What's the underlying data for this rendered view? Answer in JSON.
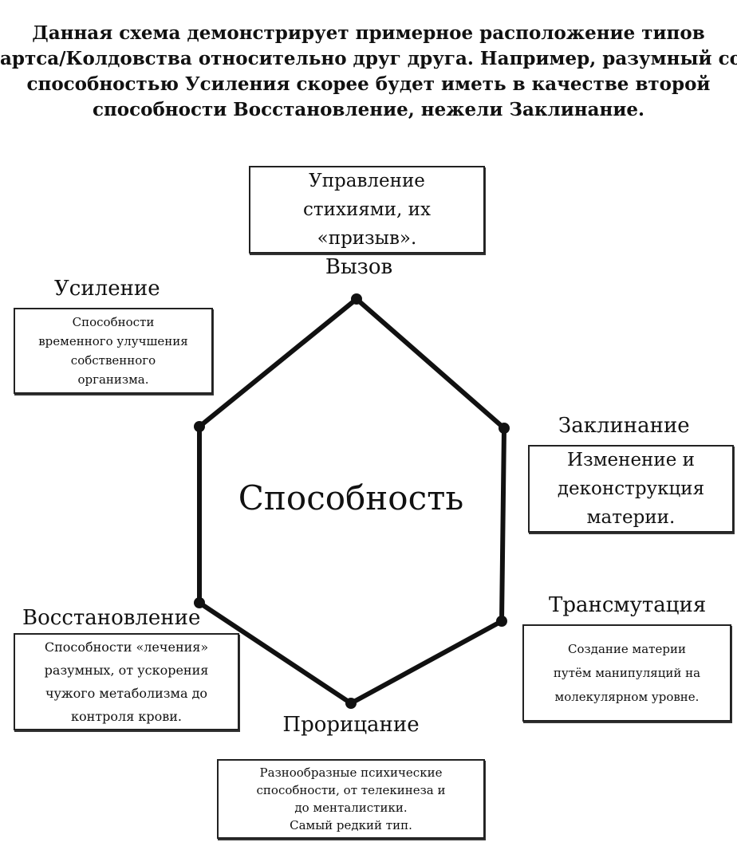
{
  "intro": [
    "Данная схема демонстрирует примерное расположение типов",
    "артса/Колдовства относительно друг друга. Например, разумный со",
    "способностью Усиления скорее будет иметь в качестве второй",
    "способности Восстановление, нежели Заклинание."
  ],
  "center_label": "Способность",
  "nodes": {
    "summon": {
      "label": "Вызов",
      "desc": [
        "Управление",
        "стихиями, их",
        "«призыв»."
      ]
    },
    "enhance": {
      "label": "Усиление",
      "desc": [
        "Способности",
        "временного улучшения",
        "собственного",
        "организма."
      ]
    },
    "incant": {
      "label": "Заклинание",
      "desc": [
        "Изменение и",
        "деконструкция",
        "материи."
      ]
    },
    "transmute": {
      "label": "Трансмутация",
      "desc": [
        "Создание материи",
        "путём манипуляций на",
        "молекулярном уровне."
      ]
    },
    "restore": {
      "label": "Восстановление",
      "desc": [
        "Способности «лечения»",
        "разумных, от ускорения",
        "чужого метаболизма до",
        "контроля крови."
      ]
    },
    "divine": {
      "label": "Прорицание",
      "desc": [
        "Разнообразные психические",
        "способности, от телекинеза и",
        "до менталистики.",
        "Самый редкий тип."
      ]
    }
  }
}
